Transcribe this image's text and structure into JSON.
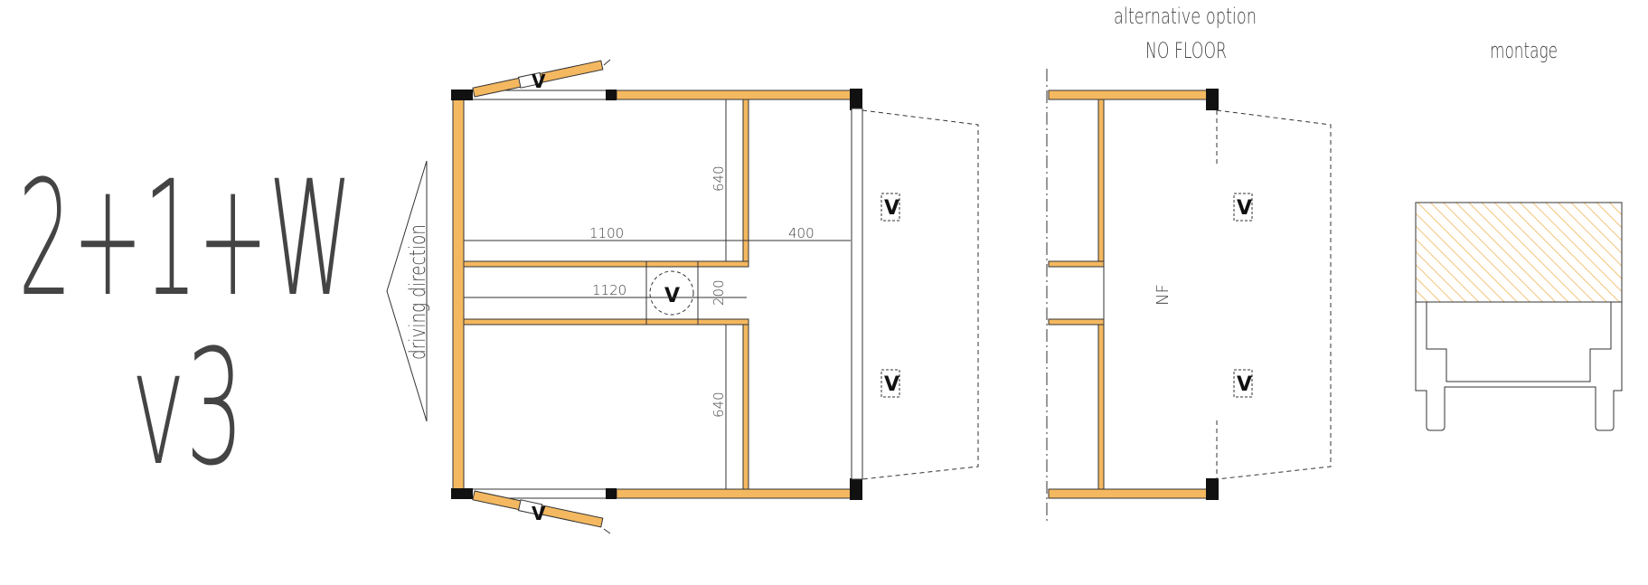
{
  "drawing": {
    "title_code": "2+1+W",
    "version": "v3",
    "driving_direction_label": "driving direction",
    "alt_header_line1": "alternative option",
    "alt_header_line2": "NO FLOOR",
    "montage_label": "montage",
    "nf_label": "NF",
    "vent_label": "V",
    "dimensions": {
      "top_depth": "640",
      "bottom_depth": "640",
      "top_width": "1100",
      "right_width": "400",
      "aisle_width": "1120",
      "aisle_gap": "200"
    }
  },
  "colors": {
    "wood": "#f4b860",
    "wood_stroke": "#c8902a",
    "post": "#111111",
    "line": "#222222",
    "hatch": "#f2c47a"
  }
}
